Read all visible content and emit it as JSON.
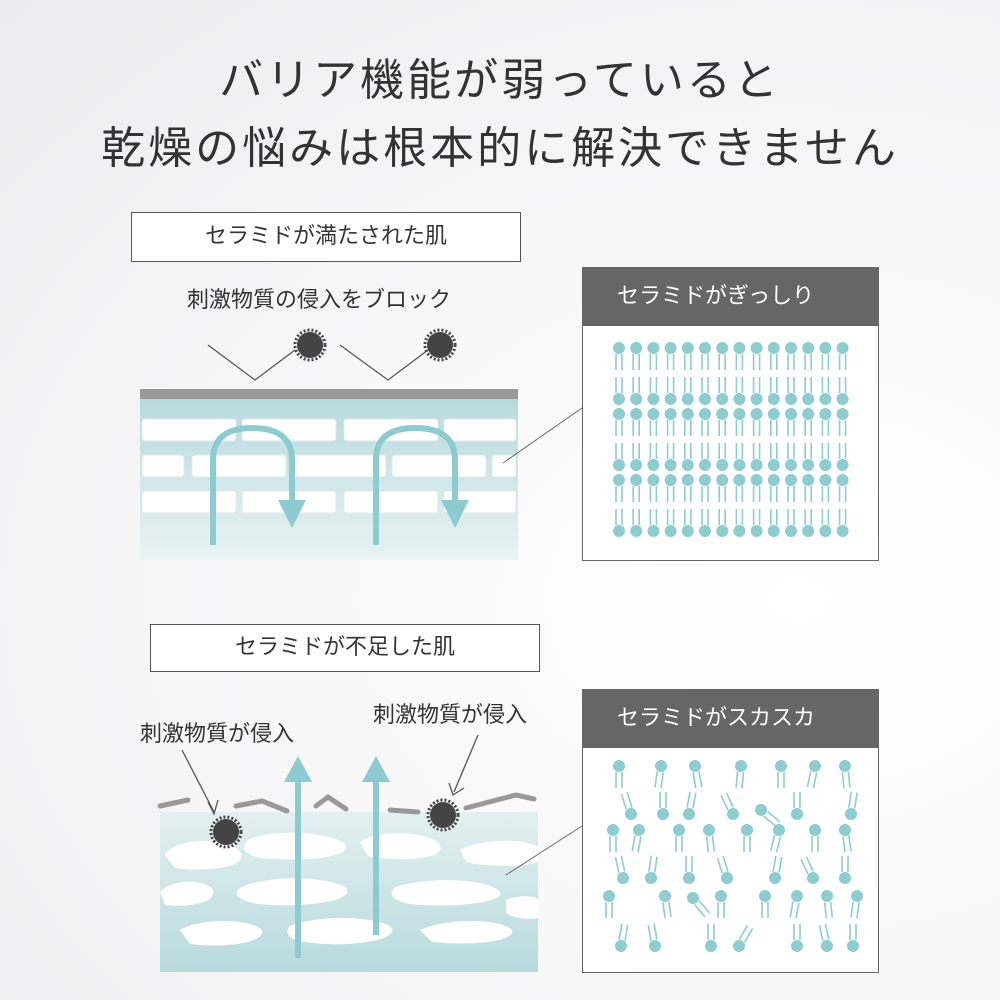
{
  "headline": {
    "line1": "バリア機能が弱っていると",
    "line2": "乾燥の悩みは根本的に解決できません"
  },
  "top": {
    "label": "セラミドが満たされた肌",
    "caption": "刺激物質の侵入をブロック",
    "panel_title": "セラミドがぎっしり"
  },
  "bottom": {
    "label": "セラミドが不足した肌",
    "caption_left": "刺激物質が侵入",
    "caption_right": "刺激物質が侵入",
    "panel_title": "セラミドがスカスカ"
  },
  "colors": {
    "skin_light": "#e6f2f3",
    "skin_dark": "#b7dadd",
    "arrow": "#8ccbcf",
    "molecule": "#8dcccf",
    "particle": "#444444",
    "barrier": "#999999",
    "panel_header": "#666666"
  }
}
